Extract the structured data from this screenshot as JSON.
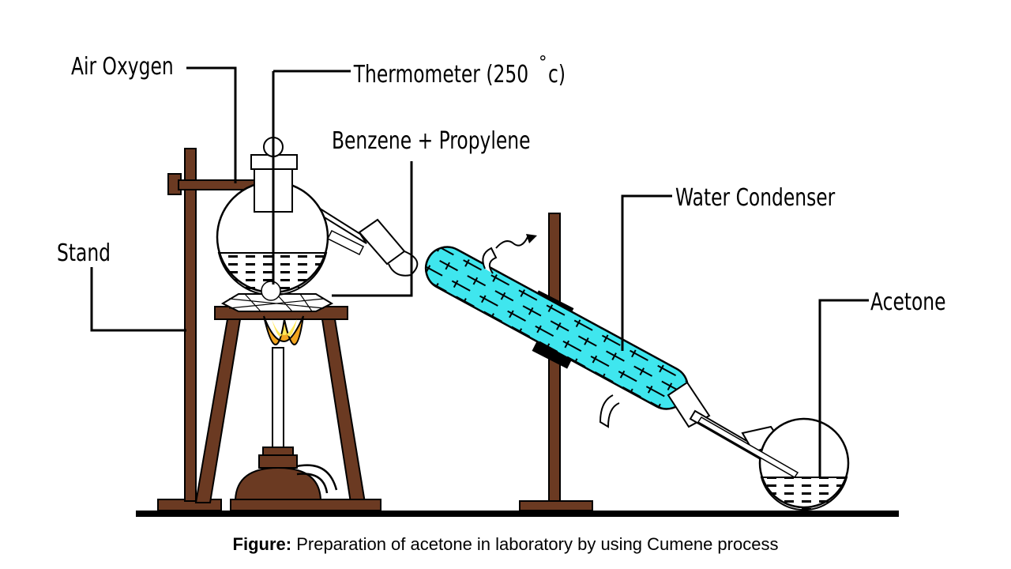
{
  "labels": {
    "air_oxygen": "Air Oxygen",
    "thermometer": "Thermometer (250",
    "degree": "°",
    "thermometer_unit": "c)",
    "benzene_propylene": "Benzene + Propylene",
    "water_condenser": "Water Condenser",
    "stand": "Stand",
    "acetone": "Acetone"
  },
  "caption": {
    "label": "Figure:",
    "text": " Preparation of acetone in laboratory by using Cumene process"
  },
  "colors": {
    "wood": "#6b3a22",
    "condenser": "#3fe6ee",
    "flame_outer": "#f2a51f",
    "flame_inner": "#ffe95a",
    "burner": "#6b3a22"
  }
}
